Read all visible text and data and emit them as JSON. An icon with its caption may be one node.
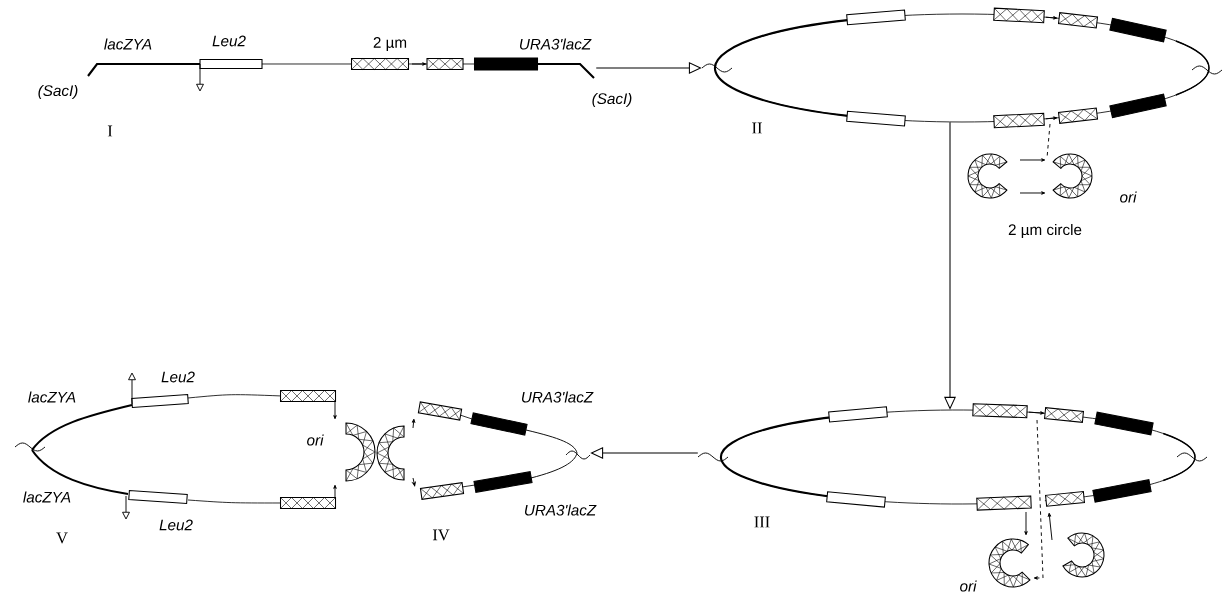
{
  "diagram": {
    "nodes": [
      {
        "text": [],
        "shape": "picture",
        "beside": [
          "I"
        ]
      },
      {
        "text": [],
        "shape": "picture",
        "beside": [
          "II"
        ]
      },
      {
        "text": [],
        "shape": "picture",
        "beside": [
          "III"
        ]
      },
      {
        "text": [],
        "shape": "picture",
        "beside": [
          "IV"
        ]
      },
      {
        "text": [],
        "shape": "picture",
        "beside": [
          "V"
        ]
      }
    ],
    "edges": [
      {
        "from": 0,
        "to": 1,
        "arrow": "to"
      },
      {
        "from": 1,
        "to": 2,
        "arrow": "to"
      },
      {
        "from": 2,
        "to": 3,
        "arrow": "to"
      }
    ],
    "labels": [
      "lacZYA",
      "Leu2",
      "2 µm",
      "URA3'lacZ",
      "(SacI)",
      "(SacI)",
      "ori",
      "2 µm circle",
      "Leu2",
      "lacZYA",
      "URA3'lacZ",
      "ori",
      "lacZYA",
      "URA3'lacZ",
      "Leu2",
      "ori"
    ]
  }
}
